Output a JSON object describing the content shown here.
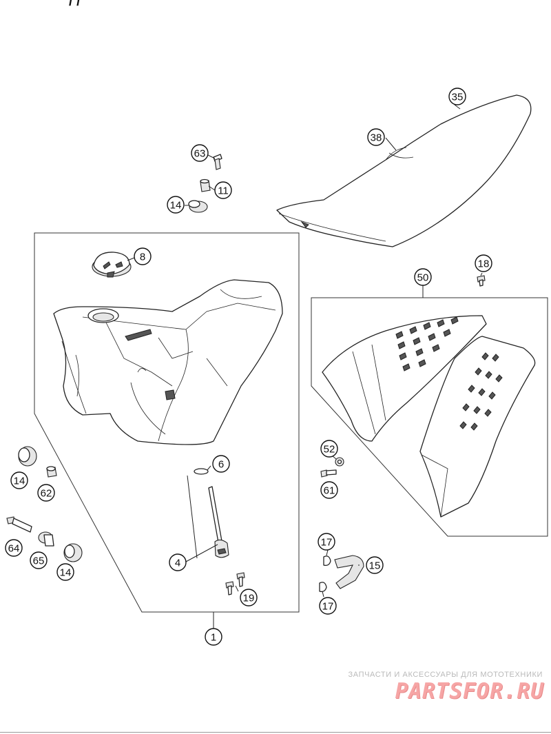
{
  "header": {
    "title_fragment": "/  /"
  },
  "callouts": {
    "c35": "35",
    "c38": "38",
    "c63": "63",
    "c11": "11",
    "c14a": "14",
    "c8": "8",
    "c18": "18",
    "c50": "50",
    "c6": "6",
    "c4": "4",
    "c19": "19",
    "c1": "1",
    "c14b": "14",
    "c62": "62",
    "c64": "64",
    "c65": "65",
    "c14c": "14",
    "c52": "52",
    "c61": "61",
    "c17a": "17",
    "c15": "15",
    "c17b": "17"
  },
  "watermark": {
    "tagline": "ЗАПЧАСТИ И АКСЕССУАРЫ ДЛЯ МОТОТЕХНИКИ",
    "logo": "PARTSFOR.RU",
    "color": "#f6a5a5"
  }
}
